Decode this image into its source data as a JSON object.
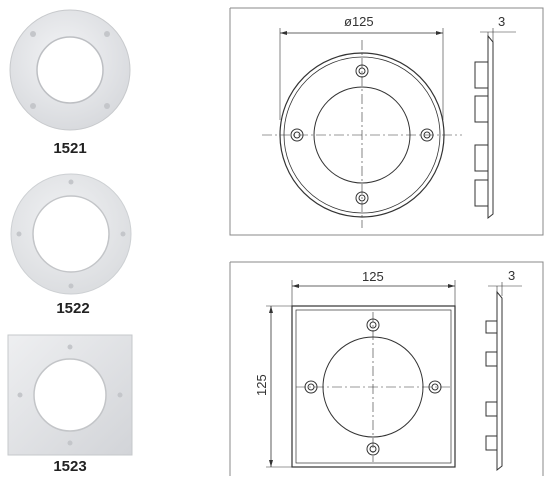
{
  "products": [
    {
      "code": "1521",
      "shape": "round"
    },
    {
      "code": "1522",
      "shape": "round-thin"
    },
    {
      "code": "1523",
      "shape": "square"
    }
  ],
  "drawings": [
    {
      "view": "round",
      "diameter_label": "ø125",
      "thickness_label": "3"
    },
    {
      "view": "square",
      "width_label": "125",
      "height_label": "125",
      "thickness_label": "3"
    }
  ],
  "colors": {
    "plate_light": "#e9eaec",
    "plate_shade": "#cfd1d4",
    "line": "#333333",
    "frame": "#888888"
  }
}
